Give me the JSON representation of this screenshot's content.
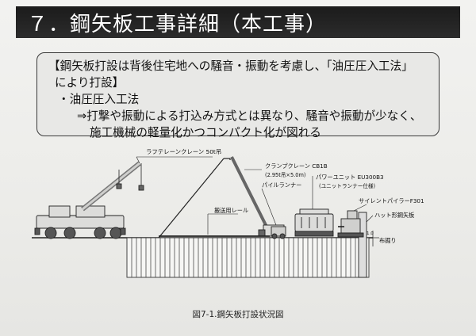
{
  "title": "７．鋼矢板工事詳細（本工事）",
  "callout": {
    "line1": "【鋼矢板打設は背後住宅地への騒音・振動を考慮し、「油圧圧入工法」",
    "line2": "により打設】",
    "line3": "・油圧圧入工法",
    "line4": "⇒打撃や振動による打込み方式とは異なり、騒音や振動が少なく、",
    "line5": "施工機械の軽量化かつコンパクト化が図れる"
  },
  "figure": {
    "labels": {
      "crane": "ラフテレーンクレーン 50t吊",
      "clamp_crane": "クランプクレーン CB1B",
      "clamp_spec": "(2.95t吊×5.0m)",
      "power_unit": "パワーユニット EU300B3",
      "power_unit_sub": "(ユニットランナー仕様)",
      "pile_runner": "パイルランナー",
      "silent_piler": "サイレントパイラーF301",
      "rail": "搬送用レール",
      "hat_pile": "ハット形鋼矢板",
      "cover": "布掘り",
      "cover_dim": "1.0"
    },
    "caption": "図7-1.鋼矢板打設状況図"
  }
}
